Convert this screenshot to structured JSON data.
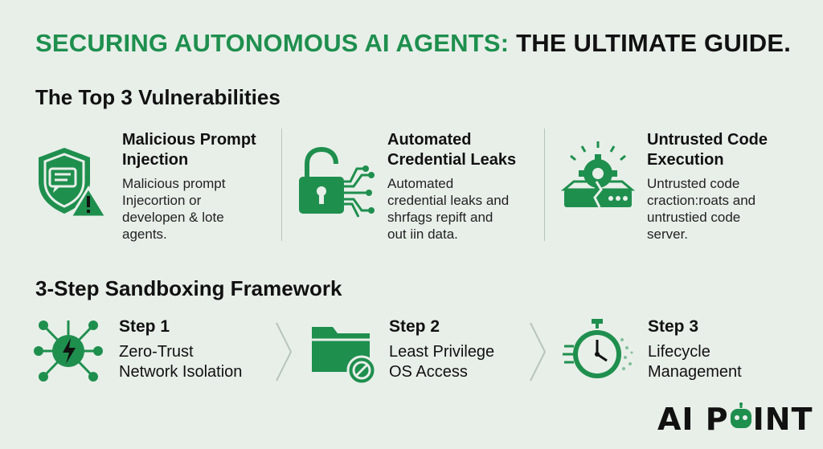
{
  "title": {
    "green": "SECURING AUTONOMOUS AI AGENTS:",
    "black": "THE ULTIMATE GUIDE."
  },
  "vulnerabilities": {
    "heading": "The Top 3 Vulnerabilities",
    "items": [
      {
        "title_line1": "Malicious Prompt",
        "title_line2": "Injection",
        "desc": [
          "Malicious prompt",
          "Injecortion or",
          "developen & lote",
          "agents."
        ],
        "icon": "shield-warning-icon"
      },
      {
        "title_line1": "Automated",
        "title_line2": "Credential Leaks",
        "desc": [
          "Automated",
          "credential leaks and",
          "shrfags repift and",
          "out iin data."
        ],
        "icon": "unlocked-padlock-icon"
      },
      {
        "title_line1": "Untrusted Code",
        "title_line2": "Execution",
        "desc": [
          "Untrusted code",
          "craction:roats and",
          "untrustied code",
          "server."
        ],
        "icon": "gear-server-icon"
      }
    ]
  },
  "framework": {
    "heading": "3-Step Sandboxing Framework",
    "steps": [
      {
        "label": "Step 1",
        "line1": "Zero-Trust",
        "line2": "Network Isolation",
        "icon": "network-bolt-icon"
      },
      {
        "label": "Step 2",
        "line1": "Least Privilege",
        "line2": "OS Access",
        "icon": "blocked-folder-icon"
      },
      {
        "label": "Step 3",
        "line1": "Lifecycle",
        "line2": "Management",
        "icon": "stopwatch-icon"
      }
    ]
  },
  "logo": {
    "text_left": "AI P",
    "text_right": "INT"
  },
  "colors": {
    "accent": "#1f8f4e",
    "background": "#e8efe9",
    "text": "#111111"
  }
}
